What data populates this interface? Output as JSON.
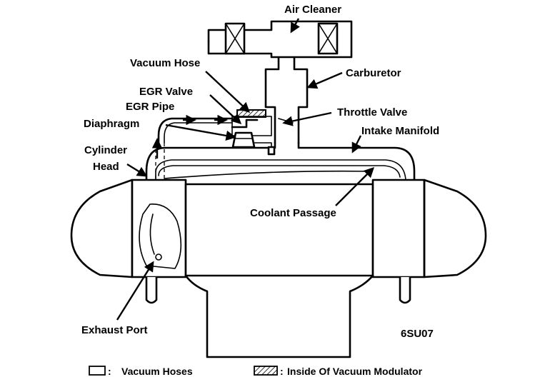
{
  "labels": {
    "air_cleaner": "Air Cleaner",
    "carburetor": "Carburetor",
    "vacuum_hose": "Vacuum Hose",
    "egr_valve": "EGR Valve",
    "egr_pipe": "EGR Pipe",
    "throttle_valve": "Throttle Valve",
    "diaphragm": "Diaphragm",
    "intake_manifold": "Intake Manifold",
    "cylinder_head_line1": "Cylinder",
    "cylinder_head_line2": "Head",
    "coolant_passage": "Coolant Passage",
    "exhaust_port": "Exhaust Port",
    "figure_code": "6SU07"
  },
  "legend": {
    "vacuum_hoses_symbol": "□:",
    "vacuum_hoses": "Vacuum Hoses",
    "vacuum_modulator_symbol": ":",
    "vacuum_modulator": "Inside Of Vacuum Modulator"
  }
}
